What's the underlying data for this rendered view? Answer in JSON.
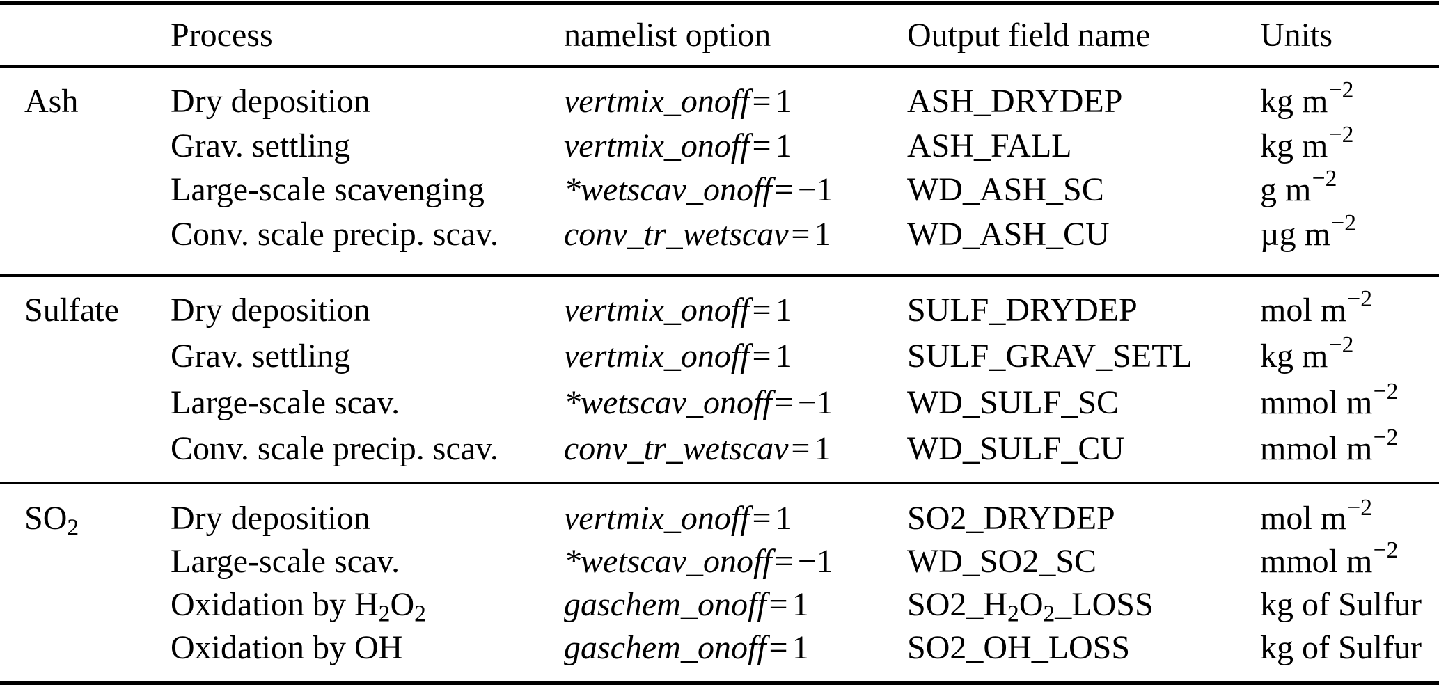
{
  "page": {
    "background_color": "#ffffff",
    "text_color": "#000000",
    "rule_color": "#000000"
  },
  "table": {
    "header": {
      "group": "",
      "process": "Process",
      "namelist": "namelist option",
      "field": "Output field name",
      "units": "Units"
    },
    "groups": [
      {
        "label": "Ash",
        "rows": [
          {
            "process": "Dry deposition",
            "var": "vertmix_onoff",
            "val": "= 1",
            "field": "ASH_DRYDEP",
            "units": "kg m^{−2}"
          },
          {
            "process": "Grav. settling",
            "var": "vertmix_onoff",
            "val": "= 1",
            "field": "ASH_FALL",
            "units": "kg m^{−2}"
          },
          {
            "process": "Large-scale scavenging",
            "var": "*wetscav_onoff",
            "val": "= −1",
            "field": "WD_ASH_SC",
            "units": "g m^{−2}"
          },
          {
            "process": "Conv. scale precip. scav.",
            "var": "conv_tr_wetscav",
            "val": "= 1",
            "field": "WD_ASH_CU",
            "units": "µg m^{−2}"
          }
        ]
      },
      {
        "label": "Sulfate",
        "rows": [
          {
            "process": "Dry deposition",
            "var": "vertmix_onoff",
            "val": "= 1",
            "field": "SULF_DRYDEP",
            "units": "mol m^{−2}"
          },
          {
            "process": "Grav. settling",
            "var": "vertmix_onoff",
            "val": "= 1",
            "field": "SULF_GRAV_SETL",
            "units": "kg m^{−2}"
          },
          {
            "process": "Large-scale scav.",
            "var": "*wetscav_onoff",
            "val": "= −1",
            "field": "WD_SULF_SC",
            "units": "mmol m^{−2}"
          },
          {
            "process": "Conv. scale precip. scav.",
            "var": "conv_tr_wetscav",
            "val": "= 1",
            "field": "WD_SULF_CU",
            "units": "mmol m^{−2}"
          }
        ]
      },
      {
        "label": "SO_{2}",
        "rows": [
          {
            "process": "Dry deposition",
            "var": "vertmix_onoff",
            "val": "= 1",
            "field": "SO2_DRYDEP",
            "units": "mol m^{−2}"
          },
          {
            "process": "Large-scale scav.",
            "var": "*wetscav_onoff",
            "val": "= −1",
            "field": "WD_SO2_SC",
            "units": "mmol m^{−2}"
          },
          {
            "process": "Oxidation by H_{2}O_{2}",
            "var": "gaschem_onoff",
            "val": "= 1",
            "field": "SO2_H_{2}O_{2}_LOSS",
            "units": "kg of Sulfur"
          },
          {
            "process": "Oxidation by OH",
            "var": "gaschem_onoff",
            "val": "= 1",
            "field": "SO2_OH_LOSS",
            "units": "kg of Sulfur"
          }
        ]
      }
    ]
  }
}
